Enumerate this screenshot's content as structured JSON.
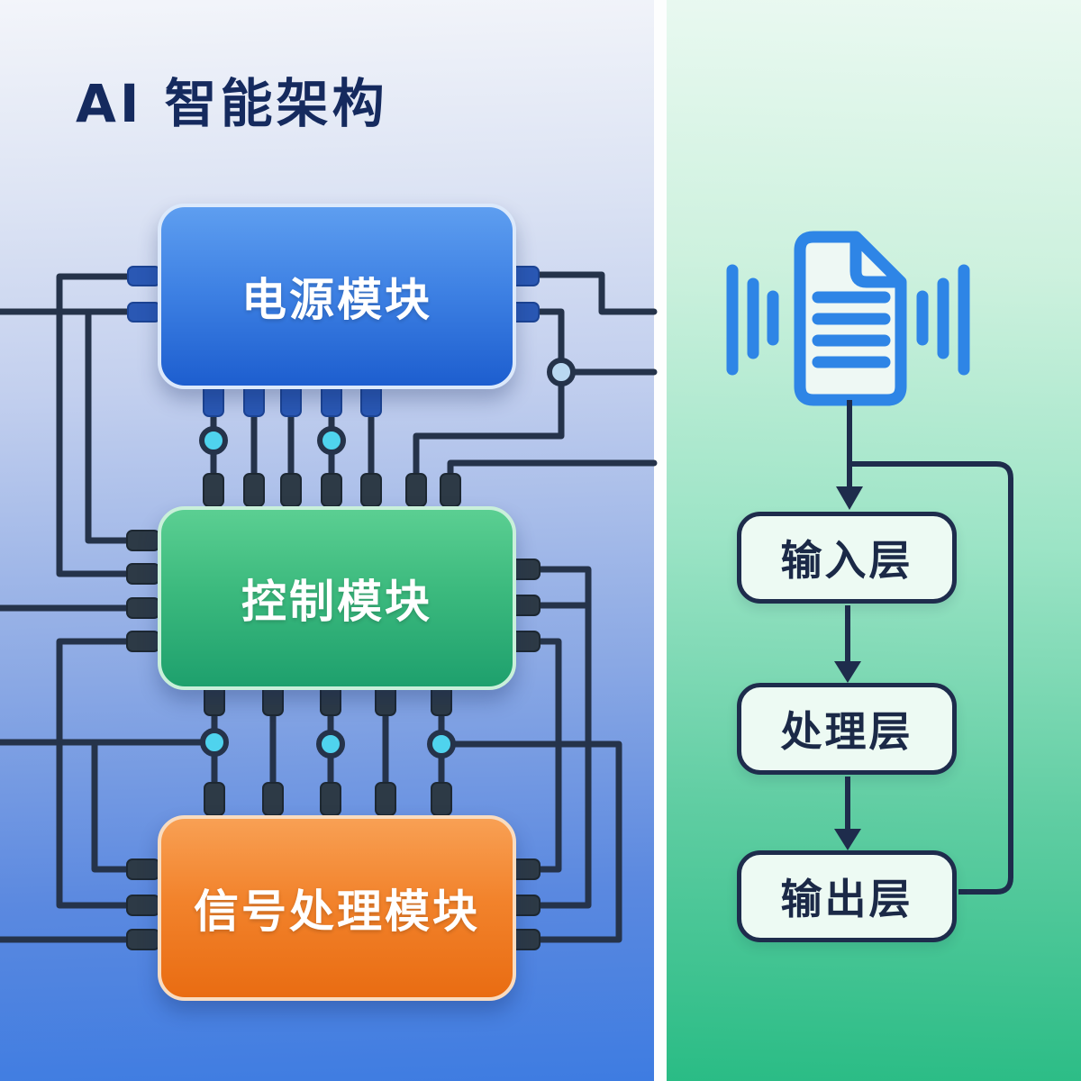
{
  "title": "AI 智能架构",
  "left_panel": {
    "description": "circuit-board style architecture diagram",
    "modules": [
      {
        "id": "power",
        "label": "电源模块",
        "color_top": "#5e9ef0",
        "color_bottom": "#1d5ecf"
      },
      {
        "id": "control",
        "label": "控制模块",
        "color_top": "#5bcf92",
        "color_bottom": "#1ea06d"
      },
      {
        "id": "signal",
        "label": "信号处理模块",
        "color_top": "#f8a054",
        "color_bottom": "#e96c12"
      }
    ],
    "wire_color": "#25334a",
    "junction_node_color": "#4fd3ee",
    "background_top": "#f3f5fa",
    "background_bottom": "#3e7ce1"
  },
  "right_panel": {
    "icon": "document-sound-wave-icon",
    "icon_color": "#2e85e6",
    "layers": [
      {
        "label": "输入层"
      },
      {
        "label": "处理层"
      },
      {
        "label": "输出层"
      }
    ],
    "flow_line_color": "#1e2c4c",
    "background_top": "#eaf9f1",
    "background_bottom": "#2abc85"
  }
}
